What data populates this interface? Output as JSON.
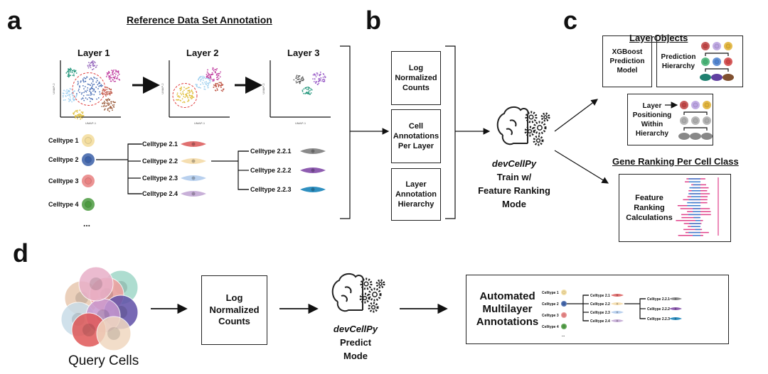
{
  "panels": {
    "a": "a",
    "b": "b",
    "c": "c",
    "d": "d"
  },
  "a": {
    "title": "Reference Data Set Annotation",
    "layers": [
      "Layer 1",
      "Layer 2",
      "Layer 3"
    ],
    "axis_x": "UMAP-1",
    "axis_y": "UMAP-2",
    "celltypes": [
      "Celltype 1",
      "Celltype 2",
      "Celltype 3",
      "Celltype 4"
    ],
    "celltype_colors": [
      "#f3dc9a",
      "#3a5fa8",
      "#e98080",
      "#4a9a3e"
    ],
    "ellipsis": "...",
    "sub2": [
      "Celltype 2.1",
      "Celltype 2.2",
      "Celltype 2.3",
      "Celltype 2.4"
    ],
    "sub2_colors": [
      "#e07070",
      "#f5deb0",
      "#b8d0ee",
      "#c8b0d8"
    ],
    "sub3": [
      "Celltype 2.2.1",
      "Celltype 2.2.2",
      "Celltype 2.2.3"
    ],
    "sub3_colors": [
      "#8a8a8a",
      "#8e5cb0",
      "#2e8fc0"
    ],
    "clusters": {
      "layer1": [
        "#2a9a80",
        "#9fd0f0",
        "#4a6fb5",
        "#9b6fc0",
        "#c03fa0",
        "#c05a4a",
        "#9a5a3a",
        "#e0c040"
      ],
      "layer2": [
        "#e0c040",
        "#9fd0f0",
        "#c03fa0",
        "#c05a4a"
      ],
      "layer3": [
        "#606060",
        "#9b5fc8",
        "#2a9a80"
      ]
    }
  },
  "b": {
    "boxes": [
      "Log Normalized Counts",
      "Cell Annotations Per Layer",
      "Layer Annotation Hierarchy"
    ],
    "tool": "devCellPy",
    "mode_lines": [
      "Train w/",
      "Feature Ranking",
      "Mode"
    ]
  },
  "c": {
    "title": "LayerObjects",
    "xgboost": "XGBoost Prediction Model",
    "prediction_hierarchy": "Prediction Hierarchy",
    "layer_positioning": "Layer Positioning Within Hierarchy",
    "gene_ranking_title": "Gene Ranking Per Cell Class",
    "feature_ranking": "Feature Ranking Calculations"
  },
  "d": {
    "query_cells": "Query Cells",
    "log_counts": "Log Normalized Counts",
    "tool": "devCellPy",
    "mode_lines": [
      "Predict",
      "Mode"
    ],
    "output": "Automated Multilayer Annotations",
    "mini_celltypes": [
      "Celltype 1",
      "Celltype 2",
      "Celltype 3",
      "Celltype 4"
    ],
    "mini_sub2": [
      "Celltype 2.1",
      "Celltype 2.2",
      "Celltype 2.3",
      "Celltype 2.4"
    ],
    "mini_sub3": [
      "Celltype 2.2.1",
      "Celltype 2.2.2",
      "Celltype 2.2.3"
    ],
    "mini_ellipsis": "..."
  }
}
